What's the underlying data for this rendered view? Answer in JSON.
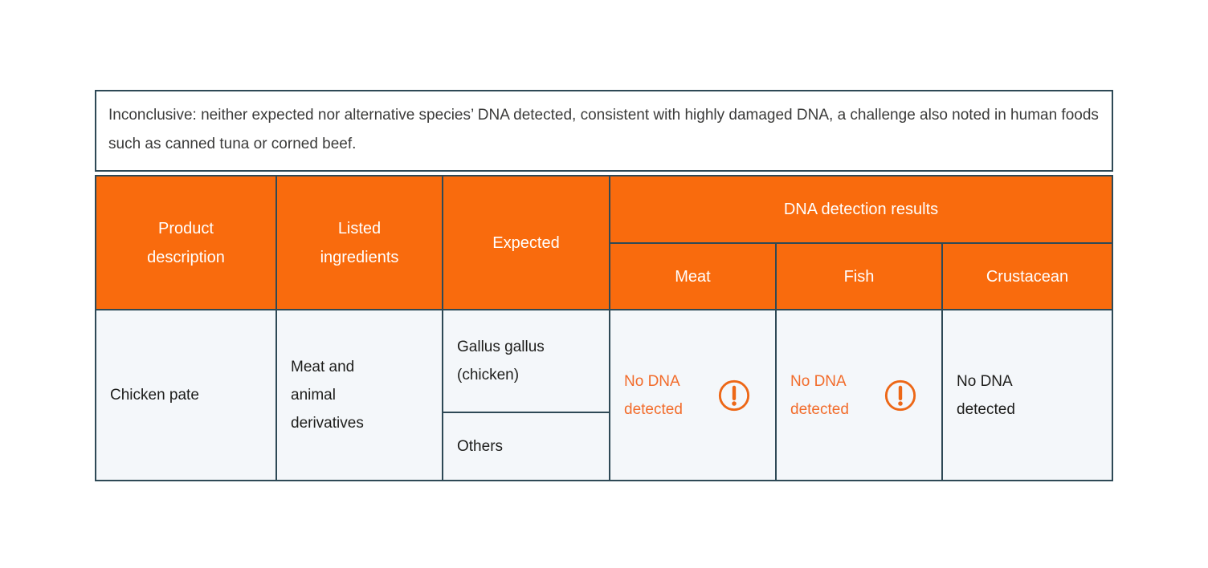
{
  "note": {
    "text": "Inconclusive: neither expected nor alternative species’ DNA detected, consistent with highly damaged DNA, a challenge also noted in human foods such as canned tuna or corned beef."
  },
  "table": {
    "headers": {
      "product": "Product description",
      "ingredients": "Listed ingredients",
      "expected": "Expected",
      "dna_results": "DNA detection results",
      "meat": "Meat",
      "fish": "Fish",
      "crustacean": "Crustacean"
    },
    "row": {
      "product": "Chicken pate",
      "ingredients": "Meat and animal derivatives",
      "expected_primary": "Gallus gallus (chicken)",
      "expected_secondary": "Others",
      "meat": {
        "text": "No DNA detected",
        "warning": true
      },
      "fish": {
        "text": "No DNA detected",
        "warning": true
      },
      "crustacean": {
        "text": "No DNA detected",
        "warning": false
      }
    }
  },
  "icons": {
    "warning": "exclamation-circle-icon"
  },
  "colors": {
    "header_orange": "#f96b0d",
    "warning_orange": "#f26c2b",
    "border_dark": "#2e4956",
    "cell_background": "#f4f7fa",
    "note_text": "#3b3b3a",
    "body_text": "#1d1d1b"
  },
  "chart_data": {
    "type": "table",
    "title": "",
    "note": "Inconclusive: neither expected nor alternative species’ DNA detected, consistent with highly damaged DNA, a challenge also noted in human foods such as canned tuna or corned beef.",
    "column_groups": [
      {
        "label": "DNA detection results",
        "spans": [
          "Meat",
          "Fish",
          "Crustacean"
        ]
      }
    ],
    "columns": [
      "Product description",
      "Listed ingredients",
      "Expected",
      "Meat",
      "Fish",
      "Crustacean"
    ],
    "rows": [
      {
        "product_description": "Chicken pate",
        "listed_ingredients": "Meat and animal derivatives",
        "expected": [
          "Gallus gallus (chicken)",
          "Others"
        ],
        "meat": {
          "value": "No DNA detected",
          "flagged": true
        },
        "fish": {
          "value": "No DNA detected",
          "flagged": true
        },
        "crustacean": {
          "value": "No DNA detected",
          "flagged": false
        }
      }
    ],
    "legend_position": "none",
    "grid": true
  }
}
